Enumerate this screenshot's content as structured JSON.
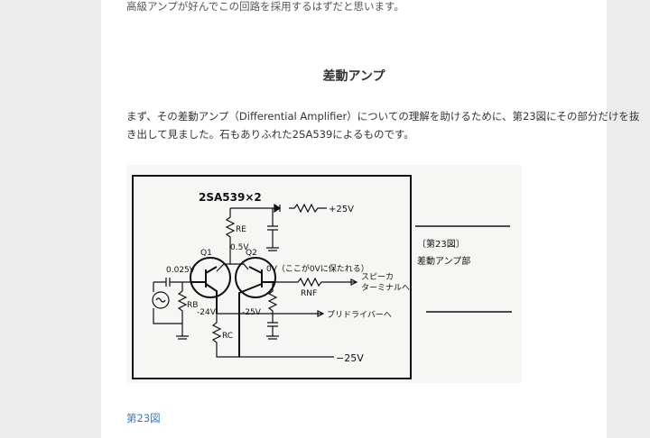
{
  "article": {
    "top_line": "高級アンプが好んでこの回路を採用するはずだと思います。",
    "heading": "差動アンプ",
    "paragraph_line1": "まず、その差動アンプ（Differential Amplifier）についての理解を助けるために、第23図にその部分だけを抜",
    "paragraph_line2": "き出して見ました。石もありふれた2SA539によるものです。",
    "figure_caption": "第23図"
  },
  "figure": {
    "title": "2SA539×2",
    "plus_supply": "+25V",
    "re": "RE",
    "re_voltage": "0.5V",
    "q1": "Q1",
    "q2": "Q2",
    "input_voltage": "0.025V",
    "rb": "RB",
    "q1_collector": "-24V",
    "q2_collector": "-25V",
    "zero_note": "0V（ここが0Vに保たれる）",
    "rnf": "RNF",
    "speaker1": "スピーカ",
    "speaker2": "ターミナルへ",
    "predriver": "プリドライバーへ",
    "rc": "RC",
    "minus_supply": "−25V",
    "side_label1": "〔第23図〕",
    "side_label2": "差動アンプ部"
  }
}
